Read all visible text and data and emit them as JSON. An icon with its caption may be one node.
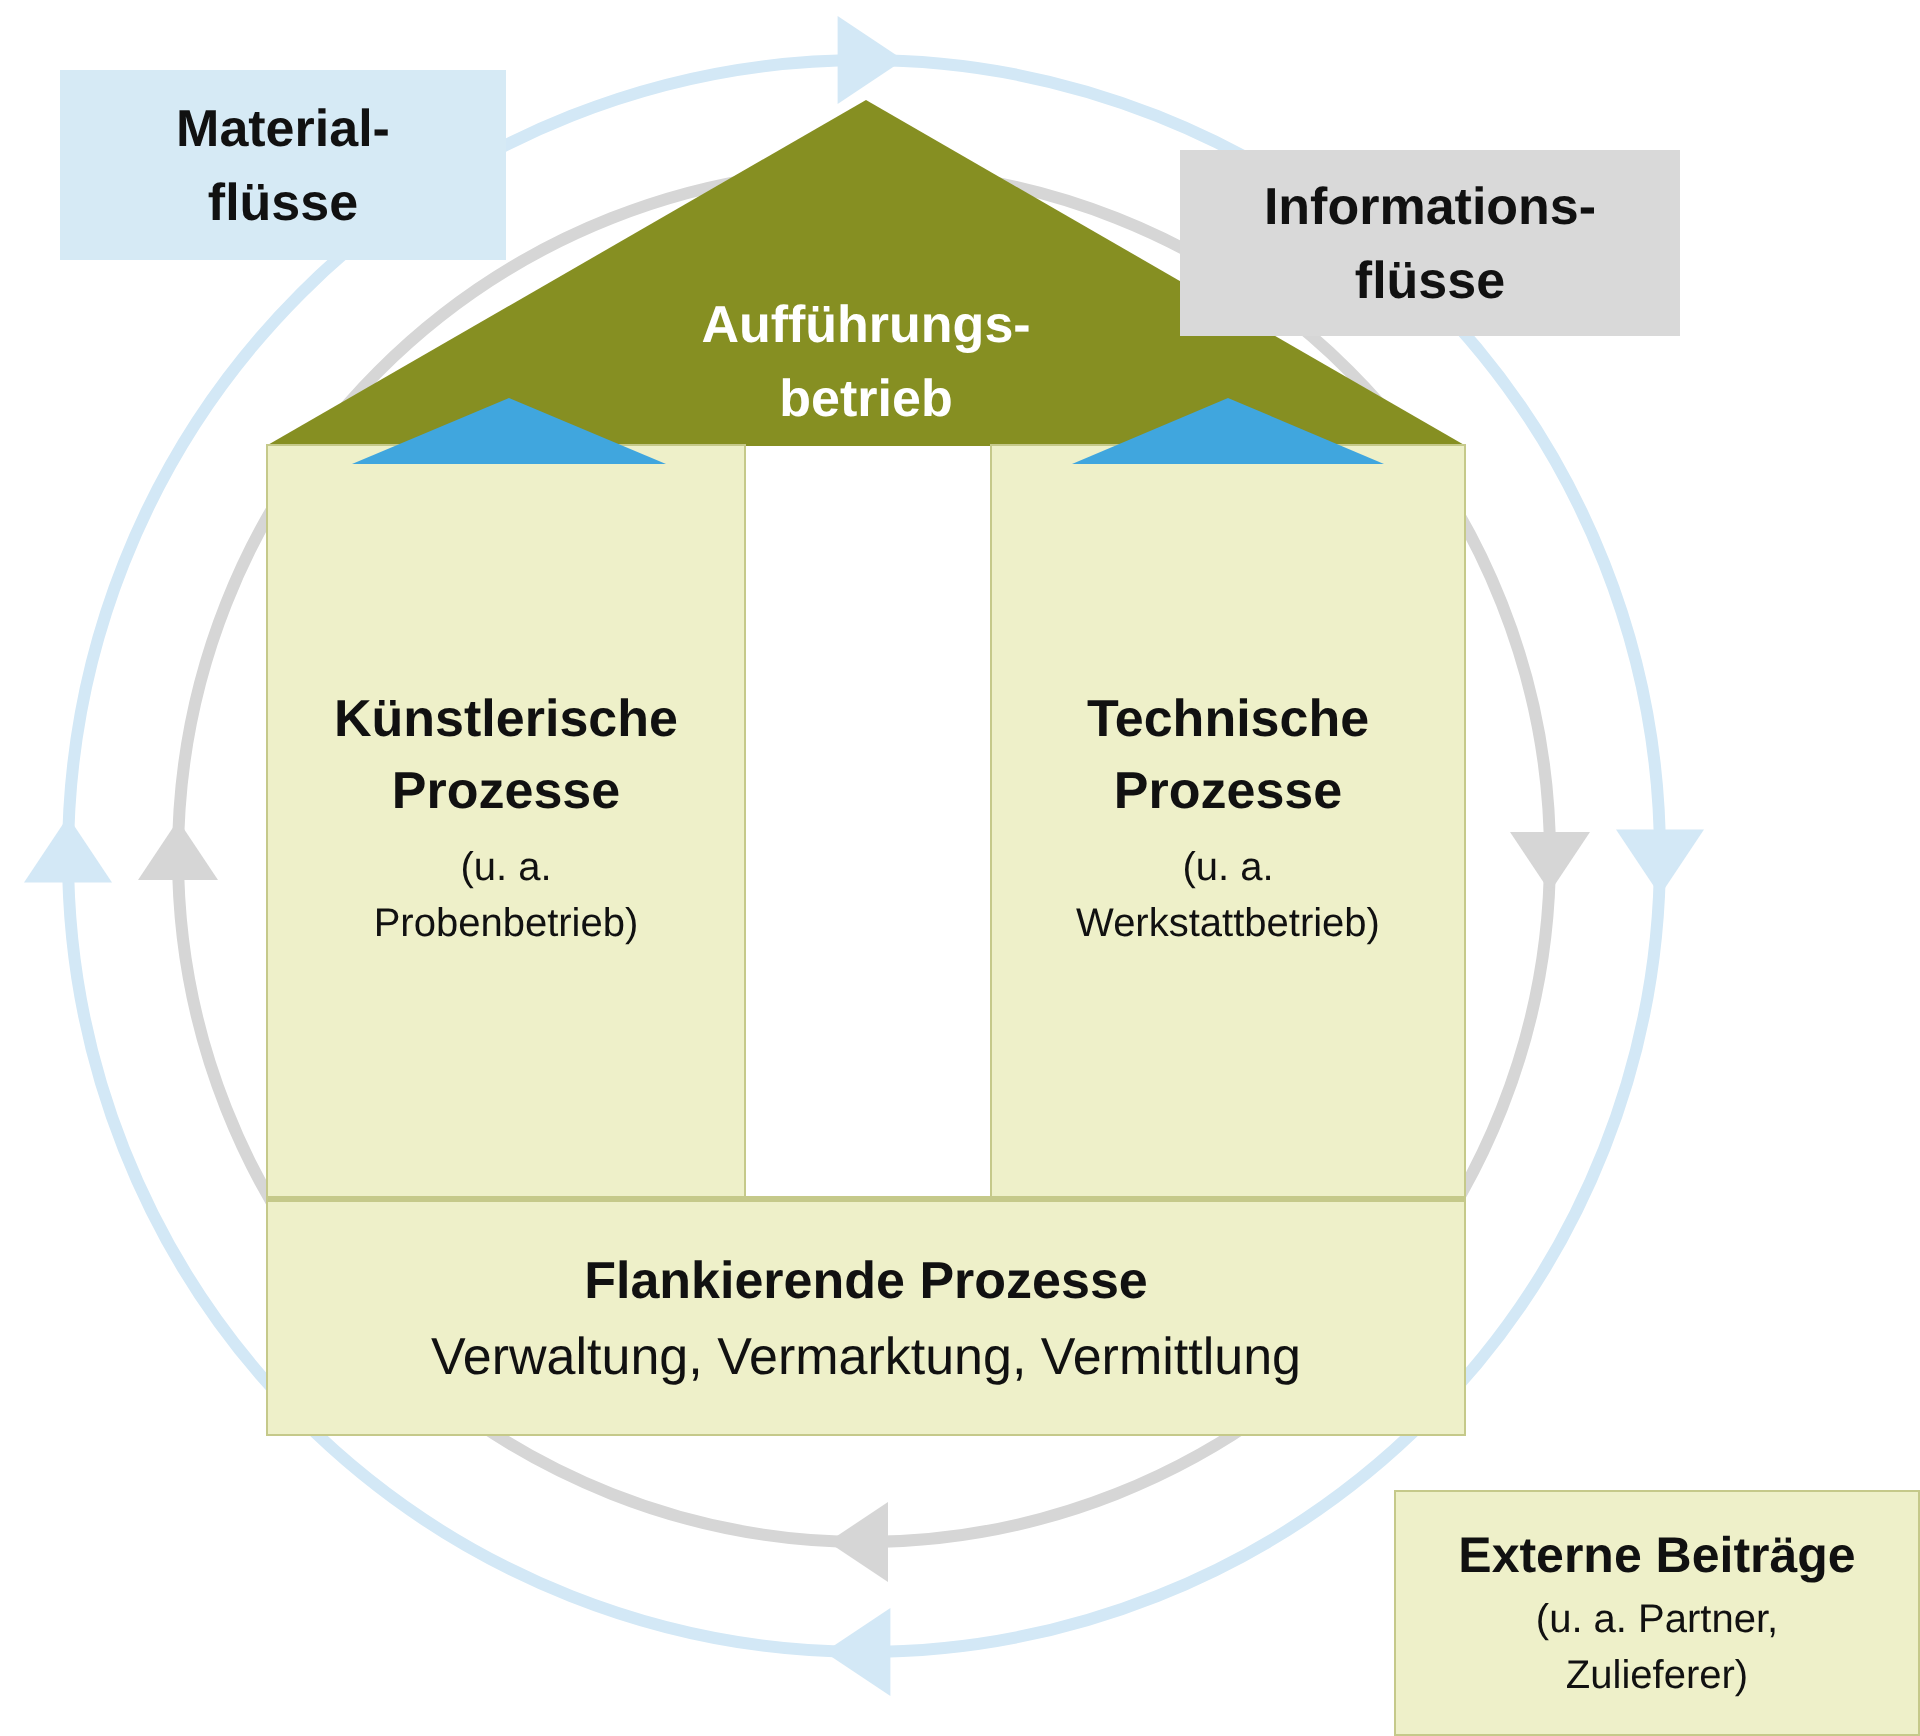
{
  "diagram": {
    "nodes": [
      {
        "text": [
          "Aufführungs- betrieb"
        ]
      },
      {
        "text": [
          "Künstlerische Prozesse",
          "(u. a. Probenbetrieb)"
        ]
      },
      {
        "text": [
          "Technische Prozesse",
          "(u. a. Werkstattbetrieb)"
        ]
      },
      {
        "text": [
          "Flankierende Prozesse",
          "Verwaltung, Vermarktung, Vermittlung"
        ]
      },
      {
        "text": [
          "Material- flüsse"
        ]
      },
      {
        "text": [
          "Informations- flüsse"
        ]
      },
      {
        "text": [
          "Externe Beiträge",
          "(u. a. Partner, Zulieferer)"
        ]
      },
      {
        "text": [],
        "shape": "triangle"
      },
      {
        "text": [],
        "shape": "triangle"
      }
    ]
  }
}
